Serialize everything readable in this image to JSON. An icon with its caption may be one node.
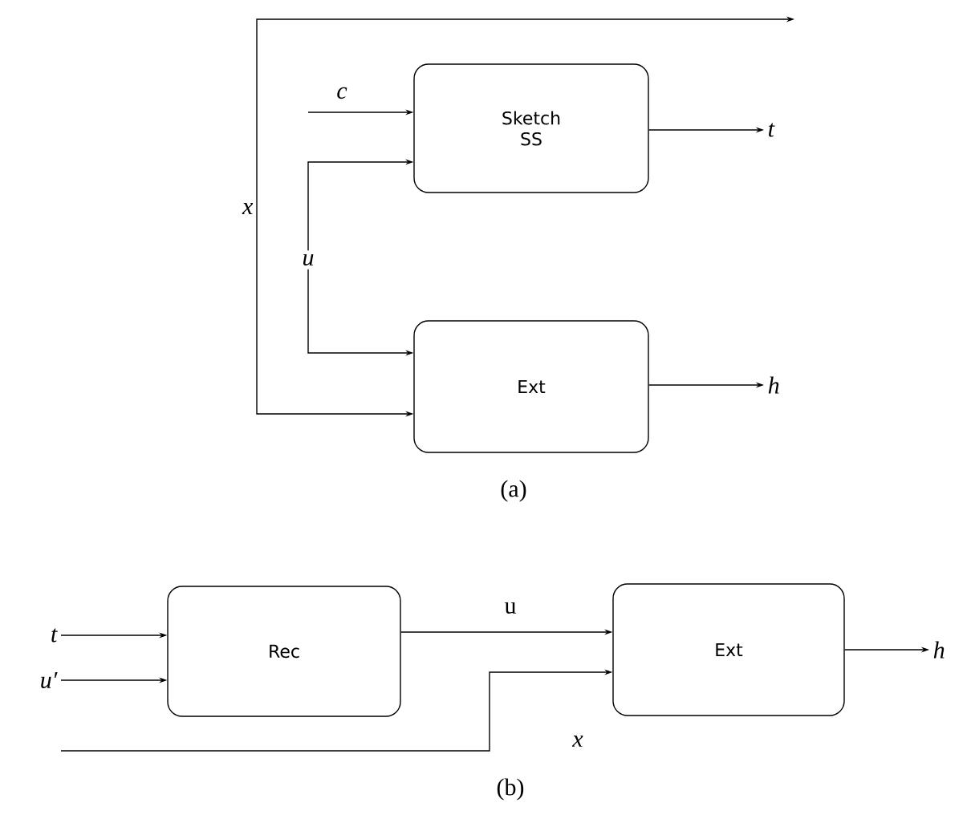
{
  "diagram": {
    "nodes": [
      {
        "text": [
          "Sketch SS"
        ]
      },
      {
        "text": [
          "t"
        ]
      },
      {
        "text": [
          "x"
        ]
      },
      {
        "text": [
          "u"
        ]
      },
      {
        "text": [
          "Ext"
        ]
      },
      {
        "text": [
          "h"
        ]
      },
      {
        "text": [
          "t"
        ]
      },
      {
        "text": [
          "u′"
        ]
      },
      {
        "text": [
          "Rec"
        ]
      },
      {
        "text": [
          "Ext"
        ]
      },
      {
        "text": [
          "h"
        ]
      }
    ],
    "edges": [
      {
        "from": 2,
        "to": null,
        "arrow": "to"
      },
      {
        "from": null,
        "to": 0,
        "arrow": "to",
        "label": "c"
      },
      {
        "from": 3,
        "to": 0,
        "arrow": "to"
      },
      {
        "from": 0,
        "to": 1,
        "arrow": "to"
      },
      {
        "from": 3,
        "to": 4,
        "arrow": "to"
      },
      {
        "from": 2,
        "to": 4,
        "arrow": "to"
      },
      {
        "from": 4,
        "to": 5,
        "arrow": "to"
      },
      {
        "from": 6,
        "to": 8,
        "arrow": "to"
      },
      {
        "from": 7,
        "to": 8,
        "arrow": "to"
      },
      {
        "from": 8,
        "to": 9,
        "arrow": "to",
        "label": "u"
      },
      {
        "from": null,
        "to": 9,
        "arrow": "to",
        "label": "x"
      },
      {
        "from": 9,
        "to": 10,
        "arrow": "to"
      }
    ],
    "labels": [
      "(a)",
      "(b)"
    ]
  }
}
